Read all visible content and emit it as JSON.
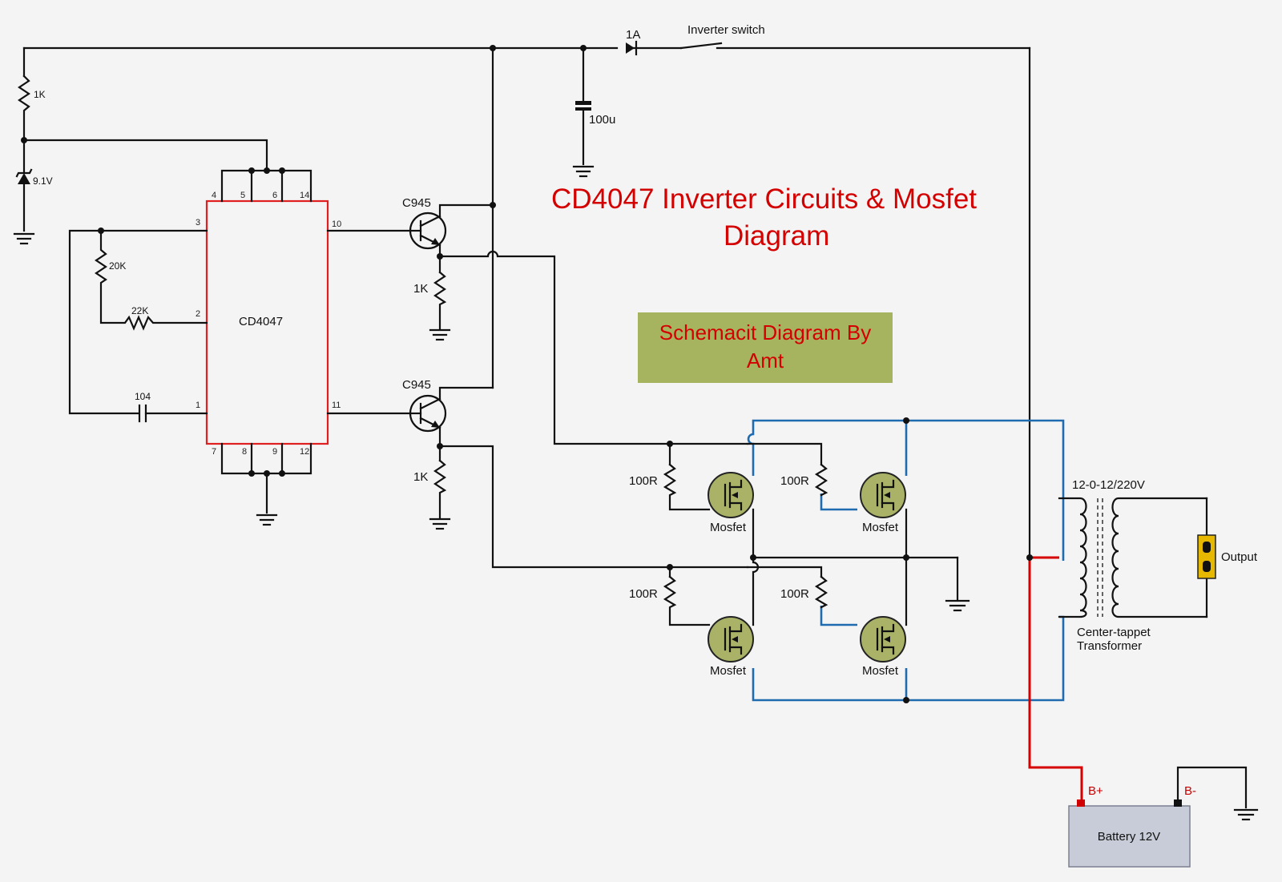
{
  "title_line1": "CD4047 Inverter Circuits & Mosfet",
  "title_line2": "Diagram",
  "credit_line1": "Schemacit Diagram By",
  "credit_line2": "Amt",
  "colors": {
    "title": "#d40000",
    "credit_box": "#a6b35f",
    "ic_border": "#e02020",
    "mosfet": "#a9b266",
    "battery": "#c8ccd8",
    "blue_wire": "#1f6bb0",
    "red_wire": "#d60000",
    "output": "#e6b800"
  },
  "ic": {
    "label": "CD4047",
    "pins_top": [
      "4",
      "5",
      "6",
      "14"
    ],
    "pins_bottom": [
      "7",
      "8",
      "9",
      "12"
    ],
    "pins_left": [
      "3",
      "2",
      "1"
    ],
    "pins_right": [
      "10",
      "11"
    ]
  },
  "components": {
    "r_top": "1K",
    "zener": "9.1V",
    "r_20k": "20K",
    "r_22k": "22K",
    "cap_104": "104",
    "fuse": "1A",
    "switch": "Inverter switch",
    "cap_100u": "100u",
    "q1": "C945",
    "q2": "C945",
    "r_q1": "1K",
    "r_q2": "1K",
    "gate_r1": "100R",
    "gate_r2": "100R",
    "gate_r3": "100R",
    "gate_r4": "100R",
    "mos1": "Mosfet",
    "mos2": "Mosfet",
    "mos3": "Mosfet",
    "mos4": "Mosfet",
    "transformer_rating": "12-0-12/220V",
    "transformer_line1": "Center-tappet",
    "transformer_line2": "Transformer",
    "output": "Output",
    "battery": "Battery 12V",
    "b_plus": "B+",
    "b_minus": "B-"
  }
}
